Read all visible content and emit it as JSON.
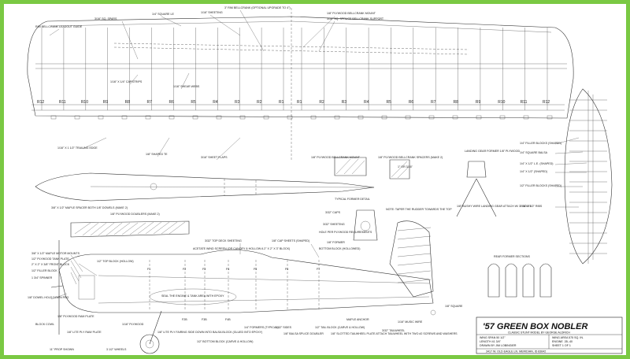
{
  "title_block": {
    "title": "'57 GREEN BOX NOBLER",
    "subtitle": "CLASSIC STUNT MODEL BY GEORGE ALDRICH",
    "spec_left_1": "WING SPAN 50 1/2\"",
    "spec_left_2": "LENGTH 41 3/4\"",
    "spec_left_3": "DRAWN BY JIM LOBINGIER",
    "spec_right_1": "WING AREA 575 SQ. IN.",
    "spec_right_2": "ENGINE .35-.40",
    "spec_right_3": "SHEET 1 OF 1",
    "address": "3417 W. OLD EAGLE LN.     MERIDIAN, ID 83642"
  },
  "ribs": {
    "left": [
      "R12",
      "R11",
      "R10",
      "R9",
      "R8",
      "R7",
      "R6",
      "R5",
      "R4",
      "R3",
      "R2",
      "R1"
    ],
    "right": [
      "R1",
      "R2",
      "R3",
      "R4",
      "R5",
      "R6",
      "R7",
      "R8",
      "R9",
      "R10",
      "R11",
      "R12"
    ]
  },
  "wing_labels": {
    "a": "RIM BELLCRANK LEADOUT GUIDE",
    "b": "3/16\" SQ. SPARS",
    "c": "1/4\" SQUARE LE",
    "d": "1/16\" SHEETING",
    "e": "3\" RIM BELLCRANK (OPTIONAL UPGRADE TO 4\")",
    "f": "1/8\" PLYWOOD BELLCRANK MOUNT",
    "g": "3/16\" SQ. SPRUCE BELLCRANK SUPPORT",
    "h": "1/16\" X 1/4\" CAPSTRIPS",
    "i": "1/16\" SHEAR WEBS",
    "j": "1/16\" X 1 1/2\" TRAILING EDGE",
    "k": "1/8\" SHAPED TE",
    "l": "3/16\" SHEET FLAPS",
    "m": "1/8\" PLYWOOD BELLCRANK MOUNT",
    "n": "1/8\" PLYWOOD BELLCRANK SPACERS (MAKE 2)",
    "o": "1\" OR 3/16\""
  },
  "fuselage_top_labels": {
    "a": "3/8\" X 1/2\" MAPLE SPACER BOTH 1/8\" DOWELS (MAKE 2)",
    "b": "1/8\" PLYWOOD DOUBLERS (MAKE 2)",
    "c": "TYPICAL FORMER DETAIL",
    "d": "NOTE: TAPER THE RUDDER TOWARDS THE TOP"
  },
  "gear_labels": {
    "a": "LANDING GEAR FORMER 1/8\" PLYWOOD",
    "b": "1/8\" BUSHY WIRE LANDING GEAR ATTACH W/ 3\" BOLTS"
  },
  "stab_labels": {
    "a": "1/4\" FILLER BLOCKS (SHAPED)",
    "b": "1/4\" SQUARE BALSA",
    "c": "1/4\" X 1/2\" L.E. (SHAPED)",
    "d": "1/4\" X 1/2\" (SHAPED)",
    "e": "1/2\" FILLER BLOCKS (SHAPED)",
    "f": "1/16\" X 1/2\" RIBS"
  },
  "side_labels": {
    "a": "3/8\" X 1/2\" MAPLE MOTOR MOUNTS",
    "b": "1/2\" PLYWOOD TANK PLATE",
    "c": "2\" X 2\" X 3/8\" FRONT BLOCK",
    "d": "1/2\" FILLER BLOCK",
    "e": "1 3/4\" SPINNER",
    "f": "1/8\" DOWEL HOLD DOWN PEG",
    "g": "BLOCK COWL",
    "h": "1/8\" PLYWOOD RAM PLATE",
    "i": "1/8\" LITE PLY RAW PLATE",
    "j": "11\" PROP SHOWN",
    "k": "3 1/2\" WHEELS",
    "l": "1/2\" TOP BLOCK (HOLLOW)",
    "m": "SEAL THE ENGINE & TANK AREA WITH EPOXY",
    "n": "3/32\" TOP DECK SHEETING",
    "o": "ACETATE WIND SCREEN (OR CANOPY & HOLLOW A 2\" X 2\" X 3\" BLOCK)",
    "p": "1/8\" CAP SHEETS (SHAPED)",
    "q": "1/4\" FORMERS (TYPICAL)",
    "r": "1/2\" BOTTOM BLOCK (CARVE & HOLLOW)",
    "s": "1/8\" LITE PLY FAIRING SIDE DOWN INTO BALSA BLOCK (GLUED INTO EPOXY)",
    "t": "3/32\" SIDES",
    "u": "1/8\" BALSA SPLICE DOUBLER",
    "v": "1/2\" TAIL BLOCK (CARVE & HOLLOW)",
    "w": "1/8\" SLOTTED TAILWHEEL PLATE ATTACH TAILWHEEL WITH TWO #2 SCREWS AND WASHERS",
    "x": "3/32\" TAILWHEEL",
    "y": "1/16\" MUSIC WIRE",
    "z": "MAPLE ANCHOR",
    "aa": "1/8\" SQUARE",
    "ab": "1/16\" PLYWOOD",
    "ac": "3/32\" CAPS",
    "ad": "3/32\" SHEETING",
    "ae": "HOLE PER PLYWOOD REQUIREMENTS",
    "af": "1/8\" FORMER",
    "ag": "BOTTOM BLOCK (HOLLOWED)",
    "ah": "REAR FORMER SECTIONS"
  },
  "formers": [
    "F1",
    "F2",
    "F3",
    "F4",
    "F5",
    "F6",
    "F7"
  ],
  "former_bottom": [
    "F2B",
    "F3B",
    "F4B"
  ]
}
